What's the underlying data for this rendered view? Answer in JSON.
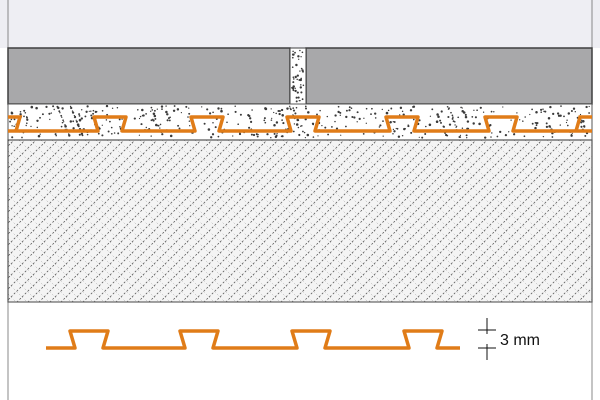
{
  "diagram": {
    "colors": {
      "background_top": "#eeeef3",
      "tile": "#a8a8aa",
      "tile_border": "#3f3f3f",
      "mortar_fill": "#ffffff",
      "mortar_dots": "#3a3a3a",
      "substrate_fill": "#f4f4f4",
      "substrate_hatch": "#4a4a4a",
      "membrane": "#e07c18",
      "membrane_dark": "#c86a10",
      "outline": "#555555"
    },
    "layers": [
      "tile-layer",
      "grout-joint",
      "thinset-mortar-layer",
      "uncoupling-membrane",
      "substrate"
    ],
    "detail": {
      "dimension_label": "3 mm"
    }
  }
}
